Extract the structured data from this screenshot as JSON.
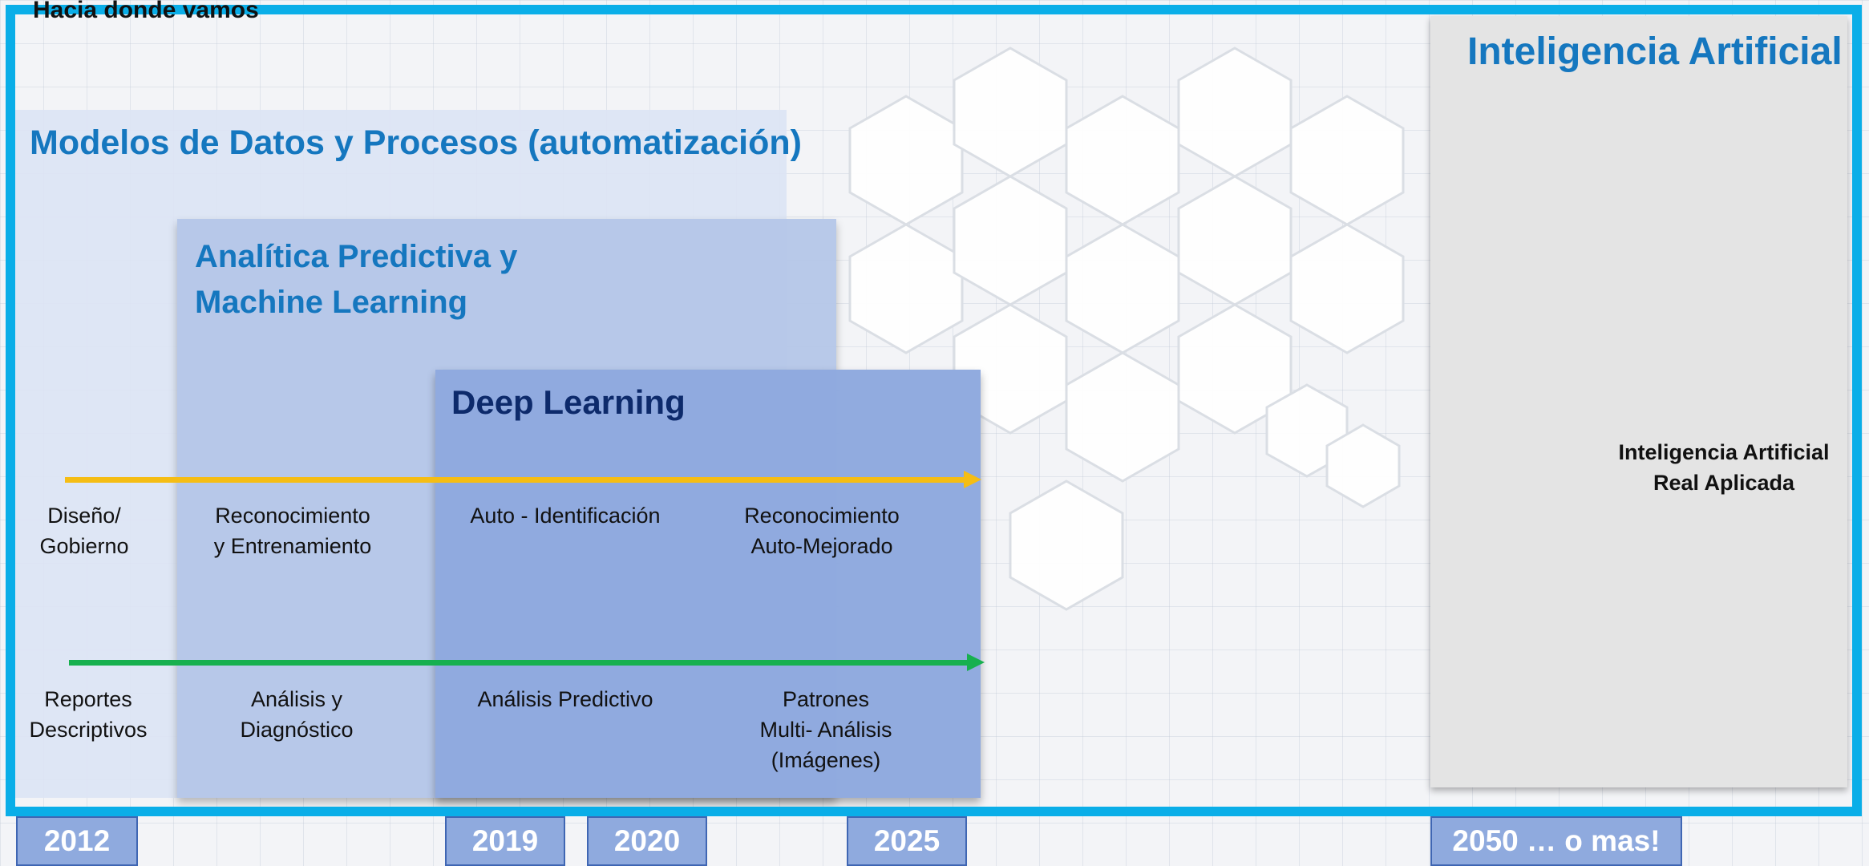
{
  "header": {
    "caption": "Hacia donde vamos"
  },
  "panels": {
    "models_title": "Modelos de Datos y Procesos (automatización)",
    "ml_title": "Analítica Predictiva y\nMachine Learning",
    "dl_title": "Deep Learning",
    "ai_title": "Inteligencia Artificial",
    "ai_text": "Inteligencia Artificial\nReal Aplicada"
  },
  "rows": {
    "upper": {
      "col1": "Diseño/\nGobierno",
      "col2": "Reconocimiento\ny Entrenamiento",
      "col3": "Auto - Identificación",
      "col4": "Reconocimiento\nAuto-Mejorado"
    },
    "lower": {
      "col1": "Reportes\nDescriptivos",
      "col2": "Análisis y\nDiagnóstico",
      "col3": "Análisis Predictivo",
      "col4": "Patrones\nMulti- Análisis\n(Imágenes)"
    }
  },
  "years": [
    "2012",
    "2019",
    "2020",
    "2025",
    "2050 … o mas!"
  ],
  "colors": {
    "frame": "#0aaee8",
    "title_blue": "#1577bf",
    "dl_title": "#0d2a6b",
    "arrow_yellow": "#f5bd14",
    "arrow_green": "#17b04f",
    "year_fill": "#8faade"
  }
}
